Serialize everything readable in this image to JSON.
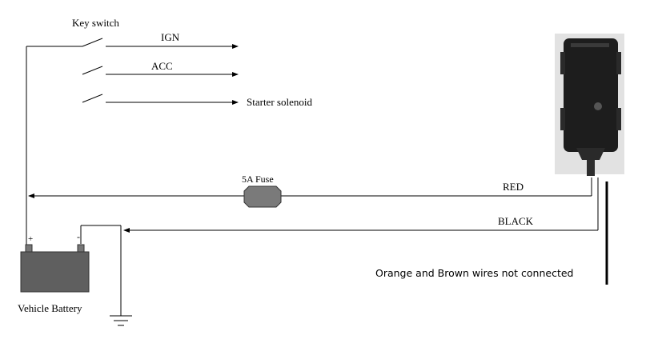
{
  "labels": {
    "key_switch": "Key switch",
    "ign": "IGN",
    "acc": "ACC",
    "starter": "Starter solenoid",
    "fuse": "5A Fuse",
    "red": "RED",
    "black": "BLACK",
    "battery": "Vehicle Battery",
    "plus": "+",
    "minus": "-",
    "note": "Orange and Brown wires not connected"
  },
  "colors": {
    "background": "#ffffff",
    "wire": "#000000",
    "battery_fill": "#5f5f5f",
    "fuse_fill": "#7a7a7a",
    "device_body": "#1d1d1d",
    "device_backdrop": "#e2e2e2"
  },
  "icons": {
    "device": "gps-tracker-device-photo",
    "ground": "ground-symbol-icon",
    "battery": "battery-icon",
    "fuse": "fuse-icon"
  }
}
